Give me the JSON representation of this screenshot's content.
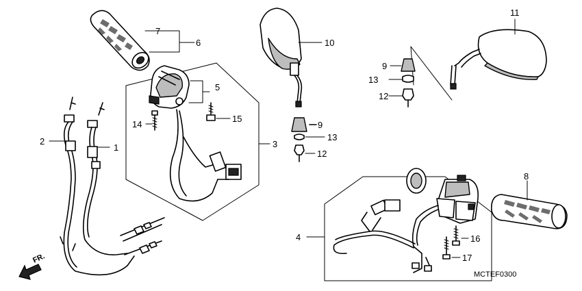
{
  "callouts": [
    {
      "id": "c1",
      "text": "1"
    },
    {
      "id": "c2",
      "text": "2"
    },
    {
      "id": "c3",
      "text": "3"
    },
    {
      "id": "c4",
      "text": "4"
    },
    {
      "id": "c5",
      "text": "5"
    },
    {
      "id": "c6",
      "text": "6"
    },
    {
      "id": "c7",
      "text": "7"
    },
    {
      "id": "c8",
      "text": "8"
    },
    {
      "id": "c9a",
      "text": "9"
    },
    {
      "id": "c9b",
      "text": "9"
    },
    {
      "id": "c10",
      "text": "10"
    },
    {
      "id": "c11",
      "text": "11"
    },
    {
      "id": "c12a",
      "text": "12"
    },
    {
      "id": "c12b",
      "text": "12"
    },
    {
      "id": "c13a",
      "text": "13"
    },
    {
      "id": "c13b",
      "text": "13"
    },
    {
      "id": "c14",
      "text": "14"
    },
    {
      "id": "c15",
      "text": "15"
    },
    {
      "id": "c16",
      "text": "16"
    },
    {
      "id": "c17",
      "text": "17"
    }
  ],
  "direction_label": "FR.",
  "diagram_code": "MCTEF0300"
}
